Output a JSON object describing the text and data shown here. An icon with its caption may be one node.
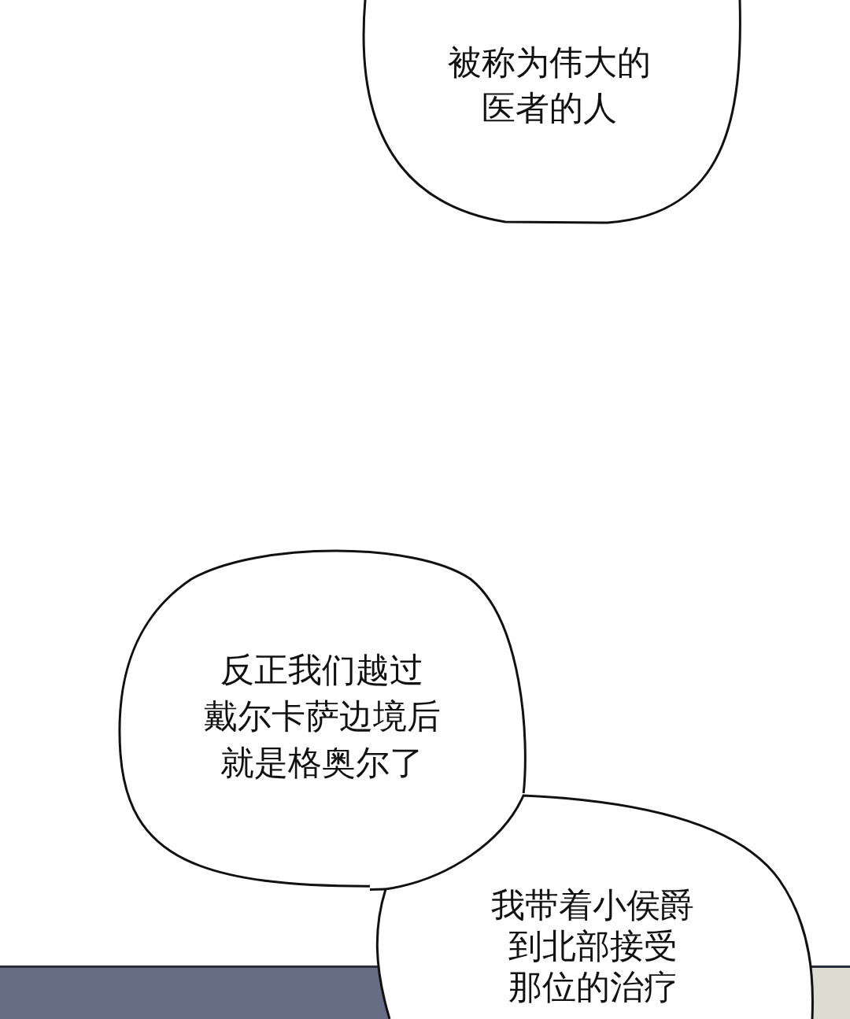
{
  "diagram": {
    "nodes": [
      {
        "text": [
          "被称为伟大的医者的人"
        ]
      },
      {
        "text": [
          "反正我们越过戴尔卡萨边境后就是格奥尔了"
        ]
      },
      {
        "text": [
          "我带着小侯爵到北部接受那位的治疗"
        ]
      }
    ]
  }
}
